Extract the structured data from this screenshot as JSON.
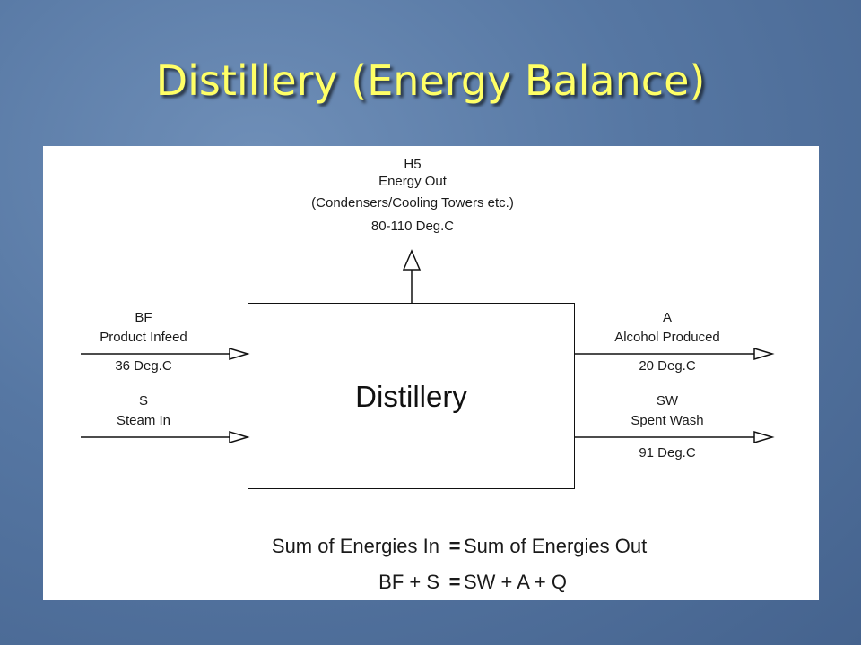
{
  "slide": {
    "title": "Distillery (Energy Balance)",
    "title_color": "#ffff66",
    "background_color": "#5677a3"
  },
  "diagram": {
    "process_box": "Distillery",
    "top_output": {
      "code": "H5",
      "name": "Energy Out",
      "detail": "(Condensers/Cooling Towers etc.)",
      "temperature": "80-110 Deg.C"
    },
    "inputs": [
      {
        "code": "BF",
        "name": "Product Infeed",
        "temperature": "36 Deg.C"
      },
      {
        "code": "S",
        "name": "Steam In"
      }
    ],
    "outputs": [
      {
        "code": "A",
        "name": "Alcohol Produced",
        "temperature": "20 Deg.C"
      },
      {
        "code": "SW",
        "name": "Spent Wash",
        "temperature": "91 Deg.C"
      }
    ],
    "equation_words": {
      "left": "Sum of Energies In",
      "op": "=",
      "right": "Sum of Energies Out"
    },
    "equation_symbols": {
      "left": "BF + S",
      "op": "=",
      "right": "SW + A + Q"
    }
  }
}
